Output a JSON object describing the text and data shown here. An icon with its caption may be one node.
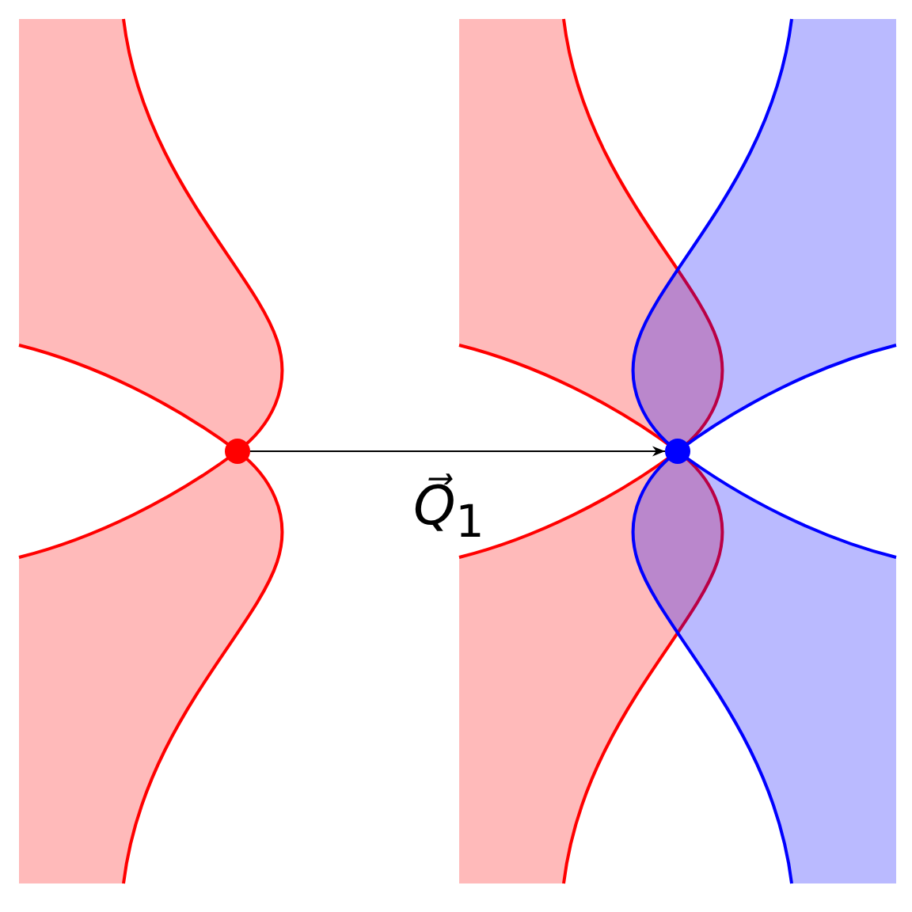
{
  "diagram": {
    "nodes": [
      {
        "text": [],
        "shape": "circle"
      },
      {
        "text": [],
        "shape": "circle"
      }
    ],
    "edges": [
      {
        "from": 0,
        "to": 1,
        "arrow": "to",
        "label": "*Q⃗*$_{1}$"
      }
    ]
  }
}
